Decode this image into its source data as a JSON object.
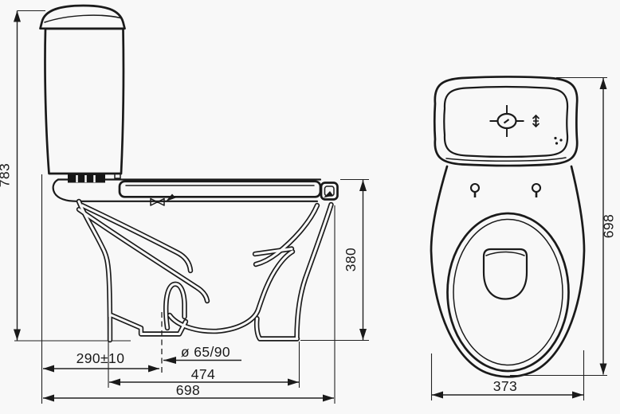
{
  "drawing": {
    "colors": {
      "background": "#f8f8f8",
      "line": "#1a1a1a"
    },
    "side_view": {
      "overall_height": "783",
      "bowl_height": "380",
      "outlet_offset": "290±10",
      "outlet_diameter": "ø 65/90",
      "base_length": "474",
      "overall_length": "698"
    },
    "top_view": {
      "overall_depth": "698",
      "overall_width": "373"
    },
    "icons": [
      "crosshair-icon",
      "sparkle-icon",
      "spray-dots-icon"
    ]
  }
}
